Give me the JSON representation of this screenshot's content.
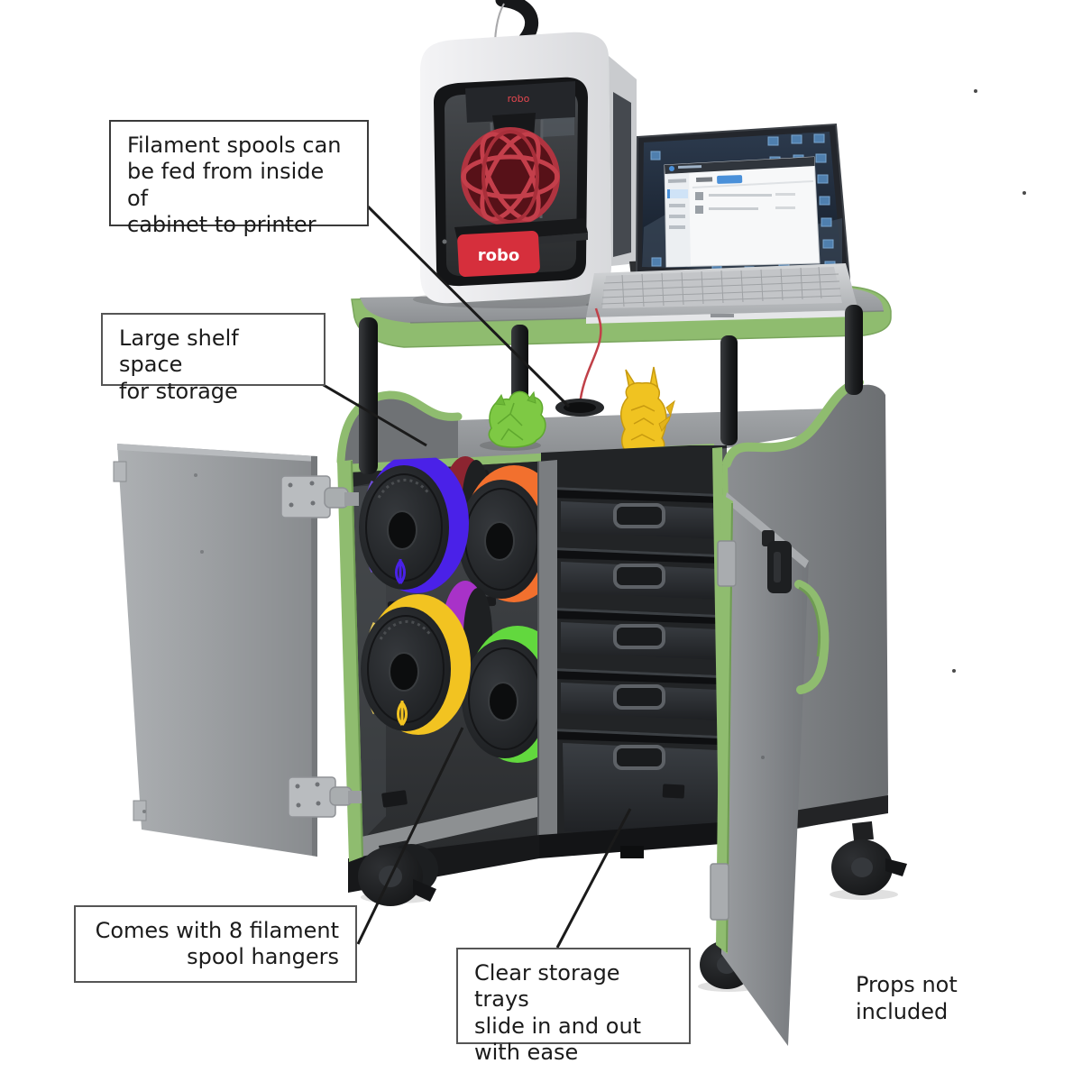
{
  "title": "3D printer cart annotated product image",
  "annotations": {
    "filament_feed": "Filament spools can\nbe fed from inside of\ncabinet to printer",
    "shelf_space": "Large shelf space\nfor storage",
    "spool_hangers": "Comes with 8 filament\nspool hangers",
    "storage_trays": "Clear storage trays\nslide in and out\nwith ease",
    "props_note": "Props not\nincluded"
  },
  "printer": {
    "screen_label": "robo",
    "carriage_label": "robo"
  },
  "cart": {
    "spool_count_shown": 6,
    "tray_count_shown": 5
  },
  "colors": {
    "trim_green": "#8fbc6f",
    "cabinet_grey": "#8f9396",
    "interior_dark": "#303335",
    "robo_red": "#d62f3c",
    "printed_ball_red": "#b03440",
    "filament_colors": [
      "#4a21e8",
      "#8c2430",
      "#f2702e",
      "#f2c321",
      "#a832c8",
      "#62d83e"
    ],
    "figurine_green": "#7ec944",
    "figurine_yellow": "#f0c321",
    "annotation_text": "#1b1b1b",
    "background": "#ffffff"
  }
}
